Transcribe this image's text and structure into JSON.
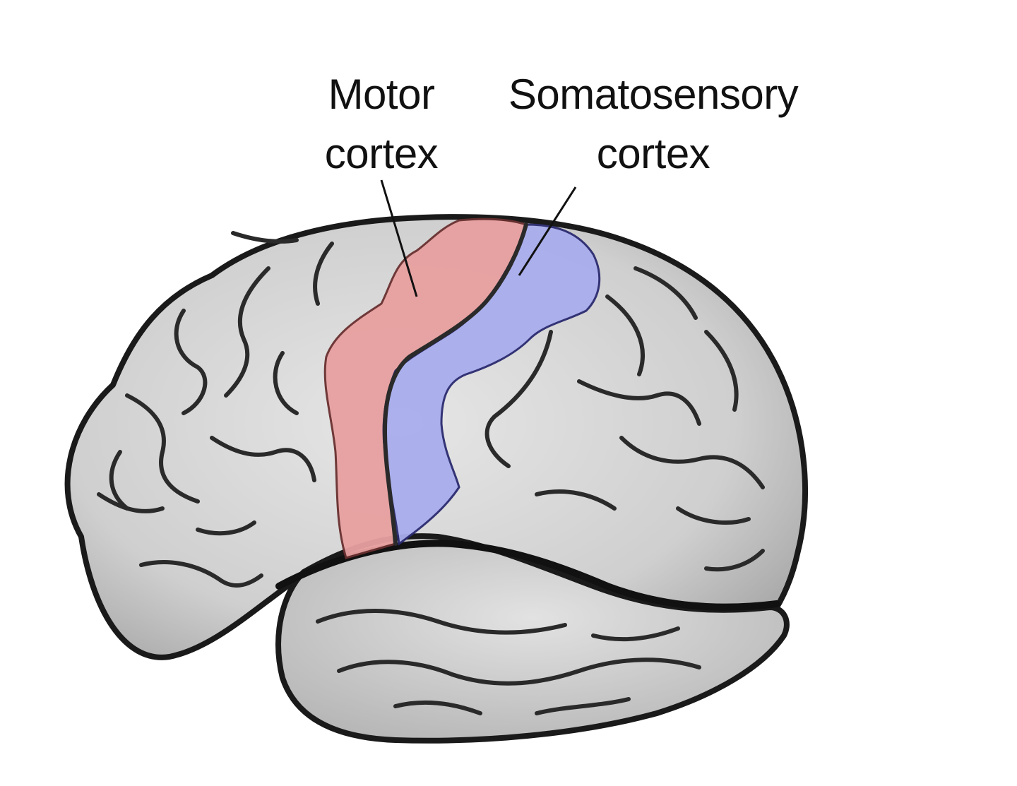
{
  "labels": {
    "motor": {
      "line1": "Motor",
      "line2": "cortex"
    },
    "somatosensory": {
      "line1": "Somatosensory",
      "line2": "cortex"
    }
  },
  "colors": {
    "background": "#ffffff",
    "brain_fill": "#d8d8d8",
    "brain_outline": "#1a1a1a",
    "motor_region": "#e8a0a0",
    "somatosensory_region": "#a9aeee",
    "sulci": "#2a2a2a"
  },
  "regions": [
    "motor-cortex",
    "somatosensory-cortex"
  ]
}
